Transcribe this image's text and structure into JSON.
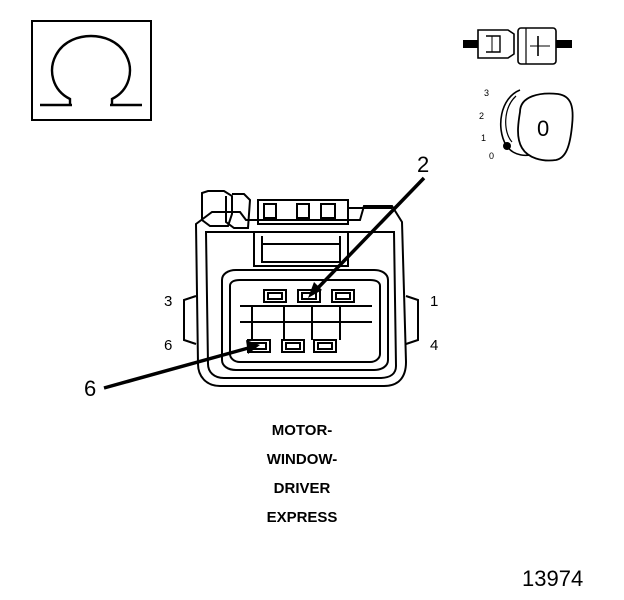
{
  "symbol": {
    "icon": "ohm-icon",
    "glyph": "Ω"
  },
  "ignition": {
    "positions": [
      "3",
      "2",
      "1",
      "0"
    ],
    "key_label": "0",
    "switch_icon": "connector-disconnected-icon",
    "key_icon": "ignition-key-icon"
  },
  "connector": {
    "pins_left": [
      "3",
      "6"
    ],
    "pins_right": [
      "1",
      "4"
    ],
    "callout_top": "2",
    "callout_bottom": "6",
    "icon": "connector-face-icon"
  },
  "caption": {
    "line1": "MOTOR-",
    "line2": "WINDOW-",
    "line3": "DRIVER",
    "line4": "EXPRESS"
  },
  "figure_number": "13974"
}
